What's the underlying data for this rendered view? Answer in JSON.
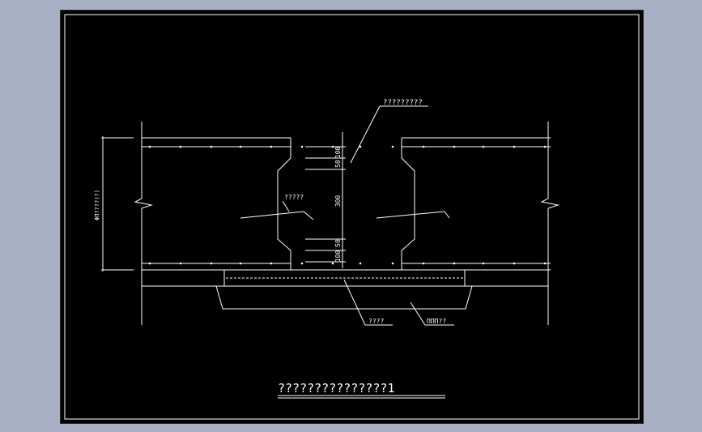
{
  "drawing": {
    "background_color": "#000000",
    "line_color": "#ffffff",
    "page_color": "#a8b0c4"
  },
  "labels": {
    "callout_top": "?????????",
    "callout_middle": "?????",
    "callout_bottom_left": "????",
    "callout_bottom_right": "ΠΠΠ??",
    "side_dimension": "ΦΠ????(?)",
    "title": "???????????????1"
  },
  "dimensions": [
    "100",
    "50",
    "300",
    "50",
    "100"
  ]
}
